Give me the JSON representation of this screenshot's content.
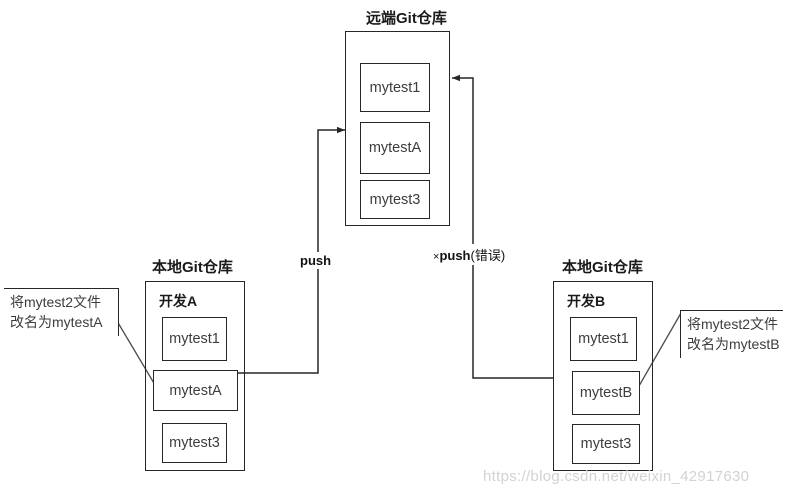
{
  "diagram": {
    "watermark": "https://blog.csdn.net/weixin_42917630",
    "remote_repo": {
      "title": "远端Git仓库",
      "files": [
        "mytest1",
        "mytestA",
        "mytest3"
      ]
    },
    "local_repo_a": {
      "title": "本地Git仓库",
      "dev_label": "开发A",
      "files": [
        "mytest1",
        "mytestA",
        "mytest3"
      ]
    },
    "local_repo_b": {
      "title": "本地Git仓库",
      "dev_label": "开发B",
      "files": [
        "mytest1",
        "mytestB",
        "mytest3"
      ]
    },
    "edges": {
      "push_ok": "push",
      "push_err_mark": "×",
      "push_err_label": "push",
      "push_err_paren": "(错误)"
    },
    "callout_left": {
      "line1": "将mytest2文件",
      "line2": "改名为mytestA"
    },
    "callout_right": {
      "line1": "将mytest2文件",
      "line2": "改名为mytestB"
    },
    "colors": {
      "stroke": "#262626",
      "text": "#3d3d3d",
      "watermark": "#d2d2d2"
    }
  }
}
